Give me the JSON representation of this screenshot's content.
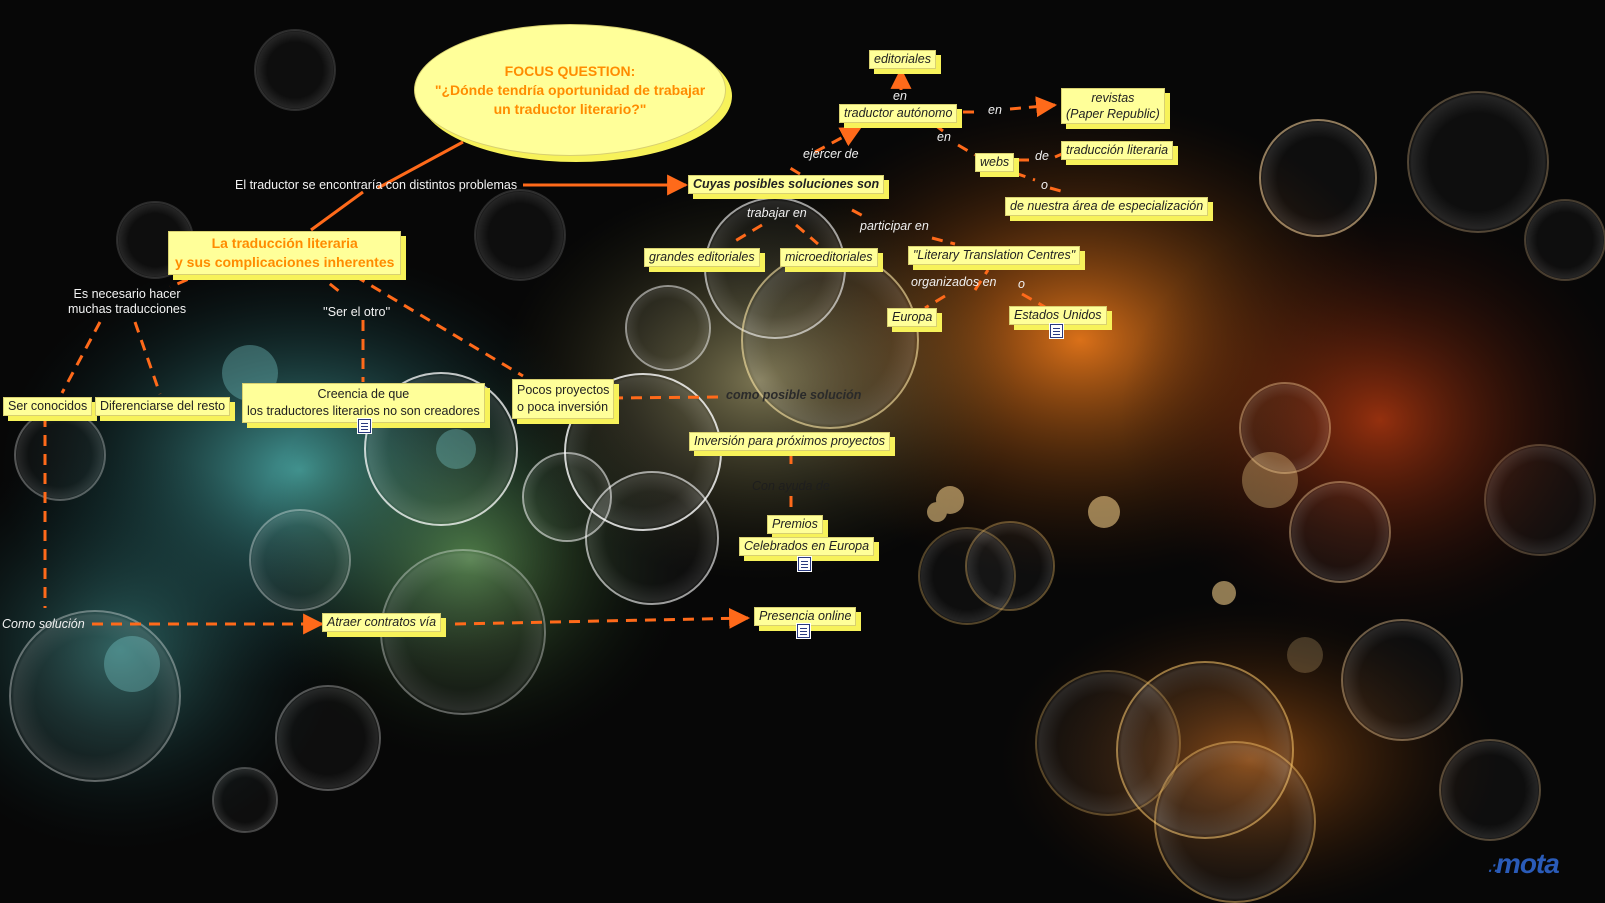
{
  "focus": {
    "line1": "FOCUS QUESTION:",
    "line2": "\"¿Dónde tendría oportunidad de trabajar",
    "line3": "un traductor literario?\""
  },
  "nodes": {
    "traduccion_line1": "La traducción literaria",
    "traduccion_line2": "y sus complicaciones inherentes",
    "soluciones": "Cuyas posibles soluciones son",
    "grandes": "grandes editoriales",
    "micro": "microeditoriales",
    "literary": "\"Literary Translation Centres\"",
    "europa": "Europa",
    "eeuu": "Estados Unidos",
    "editoriales": "editoriales",
    "autonomo": "traductor autónomo",
    "revistas_line1": "revistas",
    "revistas_line2": "(Paper Republic)",
    "webs": "webs",
    "trad_lit": "traducción literaria",
    "area": "de nuestra área de especialización",
    "ser_conocidos": "Ser conocidos",
    "diferenciarse": "Diferenciarse del resto",
    "creencia_line1": "Creencia de que",
    "creencia_line2": "los traductores literarios no son creadores",
    "pocos_line1": "Pocos proyectos",
    "pocos_line2": "o poca inversión",
    "inversion": "Inversión para próximos proyectos",
    "premios": "Premios",
    "celebrados": "Celebrados en Europa",
    "atraer": "Atraer contratos vía",
    "presencia": "Presencia online"
  },
  "links": {
    "problemas": "El traductor se encontraría con distintos problemas",
    "necesario_line1": "Es necesario hacer",
    "necesario_line2": "muchas traducciones",
    "ser_otro": "''Ser el otro''",
    "ejercer": "ejercer de",
    "trabajar": "trabajar en",
    "participar": "participar en",
    "organizados": "organizados en",
    "o1": "o",
    "en_up": "en",
    "en_right": "en",
    "en_down": "en",
    "de": "de",
    "o2": "o",
    "como_posible": "como posible solución",
    "con_ayuda": "Con ayuda de",
    "como_solucion": "Como solución"
  },
  "watermark": "mota"
}
